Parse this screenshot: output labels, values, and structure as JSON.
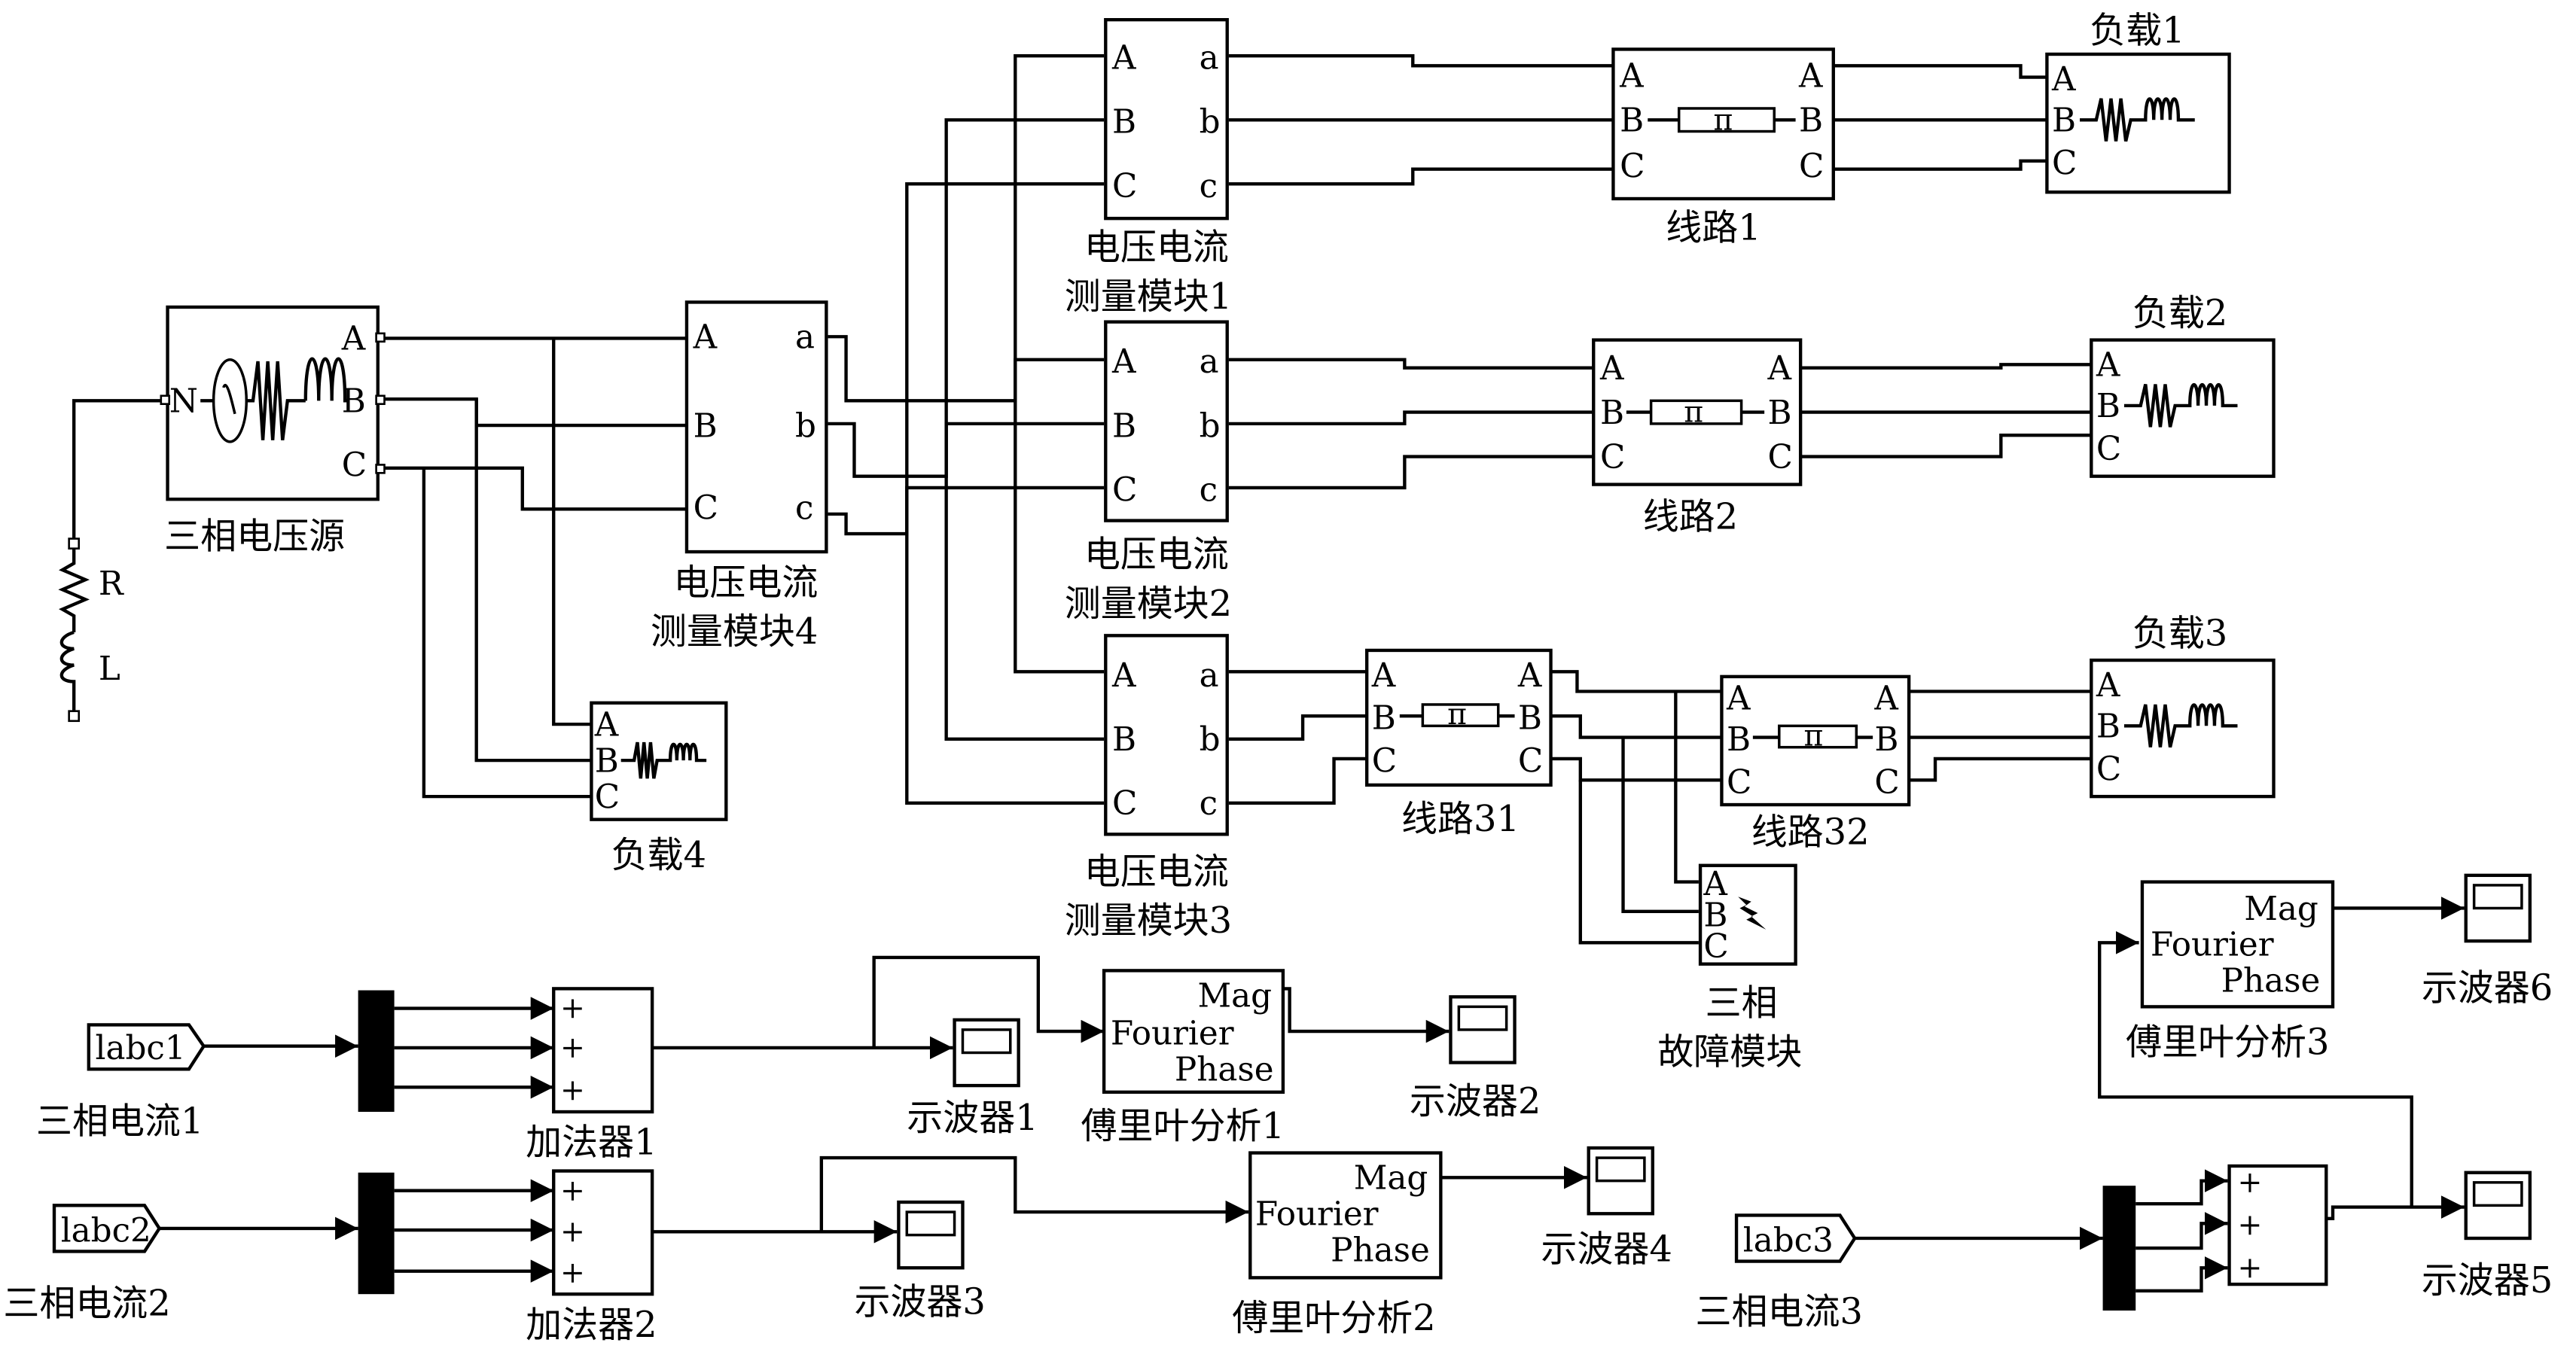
{
  "diagram": {
    "title": "三相电力系统故障仿真模型",
    "source": {
      "label": "三相电压源",
      "ports": [
        "A",
        "B",
        "C"
      ],
      "neutral": "N",
      "grounding": {
        "r_label": "R",
        "l_label": "L"
      }
    },
    "meters": [
      {
        "label_line1": "电压电流",
        "label_line2": "测量模块1",
        "in_ports": [
          "A",
          "B",
          "C"
        ],
        "out_ports": [
          "a",
          "b",
          "c"
        ]
      },
      {
        "label_line1": "电压电流",
        "label_line2": "测量模块2",
        "in_ports": [
          "A",
          "B",
          "C"
        ],
        "out_ports": [
          "a",
          "b",
          "c"
        ]
      },
      {
        "label_line1": "电压电流",
        "label_line2": "测量模块3",
        "in_ports": [
          "A",
          "B",
          "C"
        ],
        "out_ports": [
          "a",
          "b",
          "c"
        ]
      },
      {
        "label_line1": "电压电流",
        "label_line2": "测量模块4",
        "in_ports": [
          "A",
          "B",
          "C"
        ],
        "out_ports": [
          "a",
          "b",
          "c"
        ]
      }
    ],
    "lines": [
      {
        "label": "线路1",
        "symbol": "π",
        "ports": [
          "A",
          "B",
          "C"
        ]
      },
      {
        "label": "线路2",
        "symbol": "π",
        "ports": [
          "A",
          "B",
          "C"
        ]
      },
      {
        "label": "线路31",
        "symbol": "π",
        "ports": [
          "A",
          "B",
          "C"
        ]
      },
      {
        "label": "线路32",
        "symbol": "π",
        "ports": [
          "A",
          "B",
          "C"
        ]
      }
    ],
    "loads": [
      {
        "label": "负载1",
        "ports": [
          "A",
          "B",
          "C"
        ]
      },
      {
        "label": "负载2",
        "ports": [
          "A",
          "B",
          "C"
        ]
      },
      {
        "label": "负载3",
        "ports": [
          "A",
          "B",
          "C"
        ]
      },
      {
        "label": "负载4",
        "ports": [
          "A",
          "B",
          "C"
        ]
      }
    ],
    "fault": {
      "label_line1": "三相",
      "label_line2": "故障模块",
      "ports": [
        "A",
        "B",
        "C"
      ]
    },
    "gotos": [
      {
        "tag": "labc1",
        "label": "三相电流1"
      },
      {
        "tag": "labc2",
        "label": "三相电流2"
      },
      {
        "tag": "labc3",
        "label": "三相电流3"
      }
    ],
    "adders": [
      {
        "label": "加法器1",
        "signs": [
          "+",
          "+",
          "+"
        ]
      },
      {
        "label": "加法器2",
        "signs": [
          "+",
          "+",
          "+"
        ]
      },
      {
        "label": "",
        "signs": [
          "+",
          "+",
          "+"
        ]
      }
    ],
    "fouriers": [
      {
        "label": "傅里叶分析1",
        "title": "Fourier",
        "out1": "Mag",
        "out2": "Phase"
      },
      {
        "label": "傅里叶分析2",
        "title": "Fourier",
        "out1": "Mag",
        "out2": "Phase"
      },
      {
        "label": "傅里叶分析3",
        "title": "Fourier",
        "out1": "Mag",
        "out2": "Phase"
      }
    ],
    "scopes": [
      {
        "label": "示波器1"
      },
      {
        "label": "示波器2"
      },
      {
        "label": "示波器3"
      },
      {
        "label": "示波器4"
      },
      {
        "label": "示波器5"
      },
      {
        "label": "示波器6"
      }
    ]
  }
}
